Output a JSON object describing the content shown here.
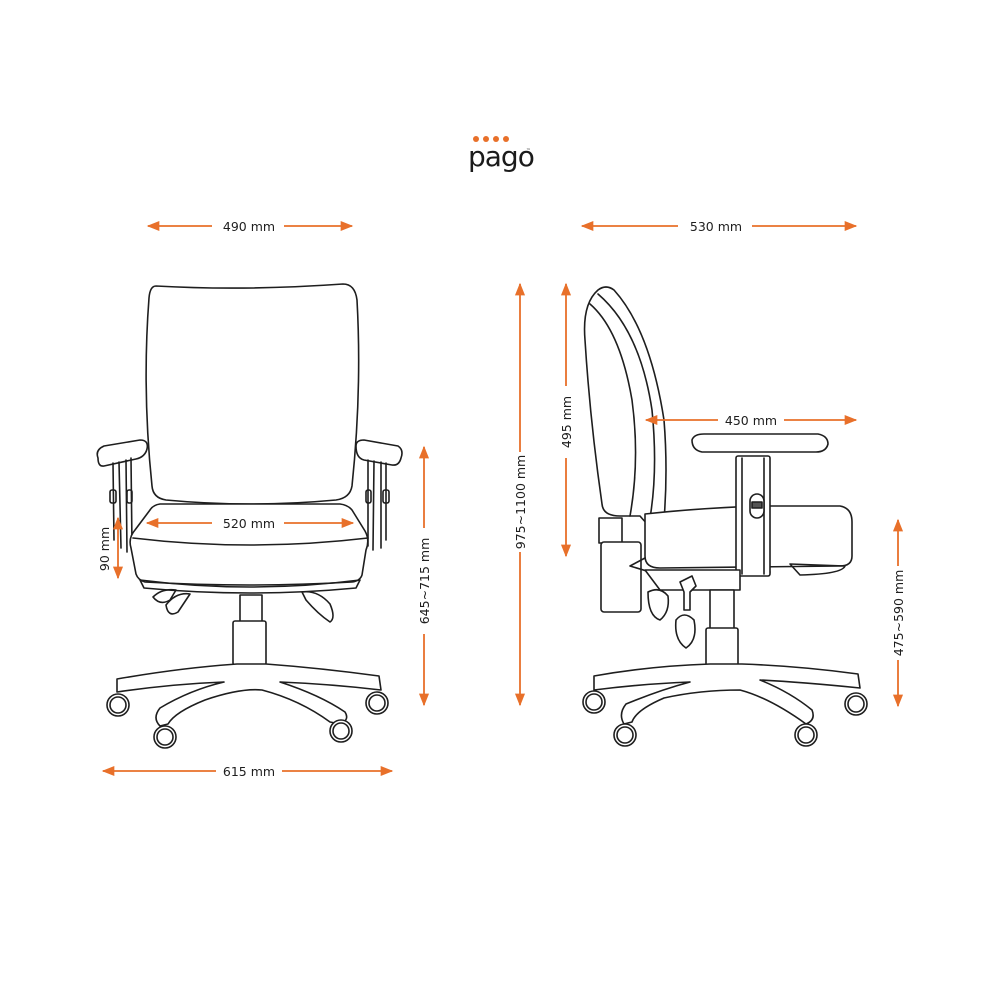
{
  "brand": {
    "name": "pago",
    "trademark": "™",
    "dot_color": "#e8702a",
    "dot_count": 4
  },
  "colors": {
    "dimension_arrow": "#e8702a",
    "line_art": "#1e1e1e",
    "background": "#ffffff"
  },
  "front_view": {
    "dimensions": {
      "backrest_width": "490 mm",
      "seat_width": "520 mm",
      "armrest_adjust": "90 mm",
      "armrest_height": "645~715 mm",
      "base_width": "615 mm"
    }
  },
  "side_view": {
    "dimensions": {
      "overall_depth": "530 mm",
      "backrest_height": "495 mm",
      "overall_height": "975~1100 mm",
      "seat_depth": "450 mm",
      "seat_height": "475~590 mm"
    }
  }
}
